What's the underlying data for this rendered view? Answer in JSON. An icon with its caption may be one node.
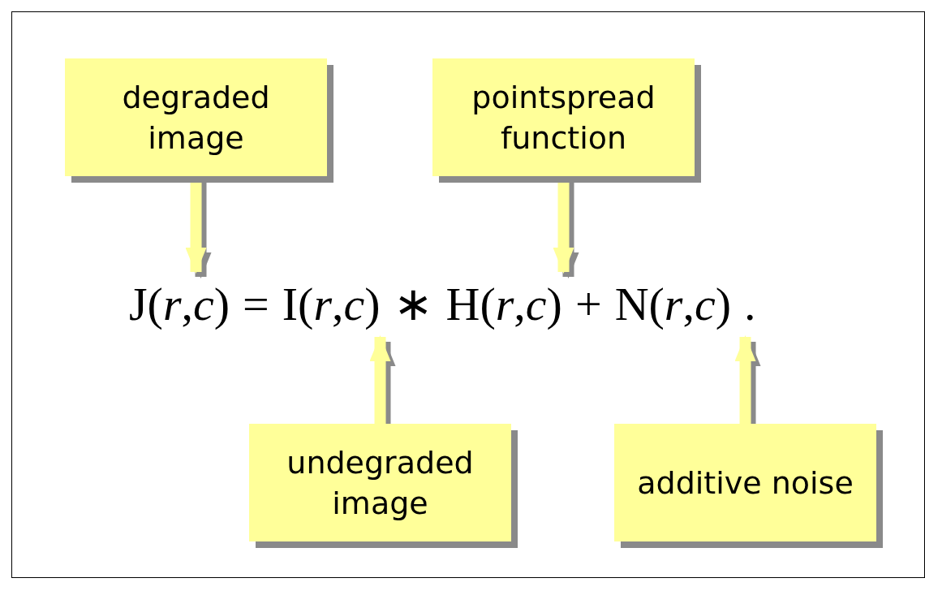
{
  "diagram": {
    "nodes": [
      {
        "text": [
          "degraded image"
        ]
      },
      {
        "text": [
          "pointspread function"
        ]
      },
      {
        "text": [
          "J(*r*,*c*)"
        ]
      },
      {
        "text": [
          "I(*r*,*c*)"
        ]
      },
      {
        "text": [
          "H(*r*,*c*)"
        ]
      },
      {
        "text": [
          "N(*r*,*c*)"
        ]
      },
      {
        "text": [
          "undegraded image"
        ]
      },
      {
        "text": [
          "additive noise"
        ]
      }
    ],
    "edges": [
      {
        "from": 0,
        "to": 2,
        "arrow": "to"
      },
      {
        "from": 1,
        "to": 4,
        "arrow": "to"
      },
      {
        "from": 6,
        "to": 3,
        "arrow": "to"
      },
      {
        "from": 7,
        "to": 5,
        "arrow": "to"
      }
    ],
    "labels": [
      "=",
      "∗",
      "+",
      "."
    ]
  }
}
